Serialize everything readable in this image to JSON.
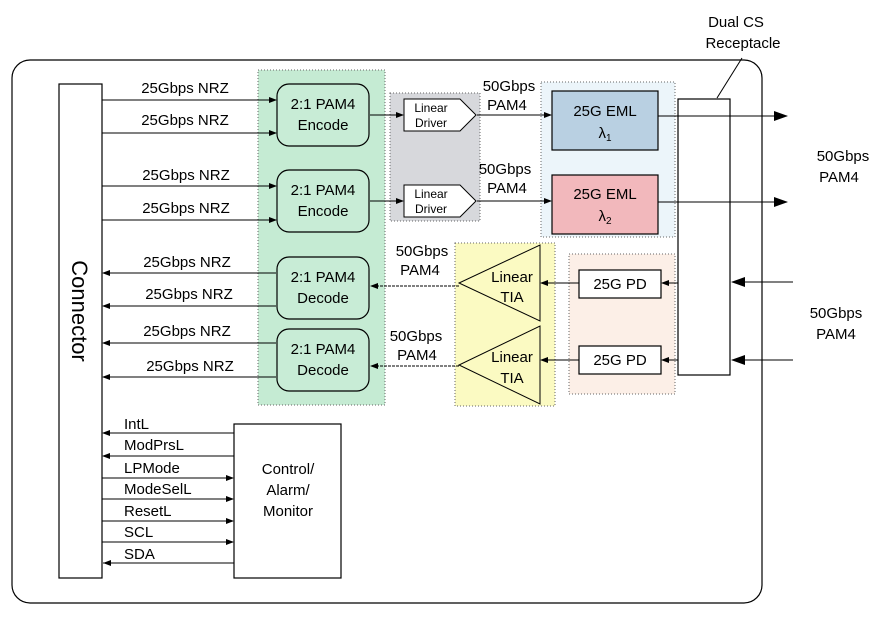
{
  "receptacle_label": [
    "Dual CS",
    "Receptacle"
  ],
  "connector_label": "Connector",
  "tx_inputs": [
    "25Gbps NRZ",
    "25Gbps NRZ",
    "25Gbps NRZ",
    "25Gbps NRZ"
  ],
  "rx_outputs": [
    "25Gbps NRZ",
    "25Gbps NRZ",
    "25Gbps NRZ",
    "25Gbps NRZ"
  ],
  "encoders": [
    {
      "line1": "2:1 PAM4",
      "line2": "Encode"
    },
    {
      "line1": "2:1 PAM4",
      "line2": "Encode"
    }
  ],
  "decoders": [
    {
      "line1": "2:1 PAM4",
      "line2": "Decode"
    },
    {
      "line1": "2:1 PAM4",
      "line2": "Decode"
    }
  ],
  "drivers": [
    {
      "line1": "Linear",
      "line2": "Driver"
    },
    {
      "line1": "Linear",
      "line2": "Driver"
    }
  ],
  "tias": [
    {
      "line1": "Linear",
      "line2": "TIA"
    },
    {
      "line1": "Linear",
      "line2": "TIA"
    }
  ],
  "emls": [
    {
      "label": "25G EML",
      "lambda": "λ",
      "sub": "1",
      "color": "#b9d0e2"
    },
    {
      "label": "25G EML",
      "lambda": "λ",
      "sub": "2",
      "color": "#f2b8bc"
    }
  ],
  "pds": [
    "25G PD",
    "25G PD"
  ],
  "mid_rates_tx": [
    {
      "line1": "50Gbps",
      "line2": "PAM4"
    },
    {
      "line1": "50Gbps",
      "line2": "PAM4"
    }
  ],
  "mid_rates_rx": [
    {
      "line1": "50Gbps",
      "line2": "PAM4"
    },
    {
      "line1": "50Gbps",
      "line2": "PAM4"
    }
  ],
  "out_rate": {
    "line1": "50Gbps",
    "line2": "PAM4"
  },
  "in_rate": {
    "line1": "50Gbps",
    "line2": "PAM4"
  },
  "control_label": [
    "Control/",
    "Alarm/",
    "Monitor"
  ],
  "control_signals": [
    "IntL",
    "ModPrsL",
    "LPMode",
    "ModeSelL",
    "ResetL",
    "SCL",
    "SDA"
  ],
  "colors": {
    "encode_region": "#c5ebd3",
    "block_fill": "#c8ecd6",
    "driver_region": "#d7d8dc",
    "eml_region": "#ecf5fa",
    "tia_region": "#fbfac2",
    "pd_region": "#fcefe7"
  }
}
